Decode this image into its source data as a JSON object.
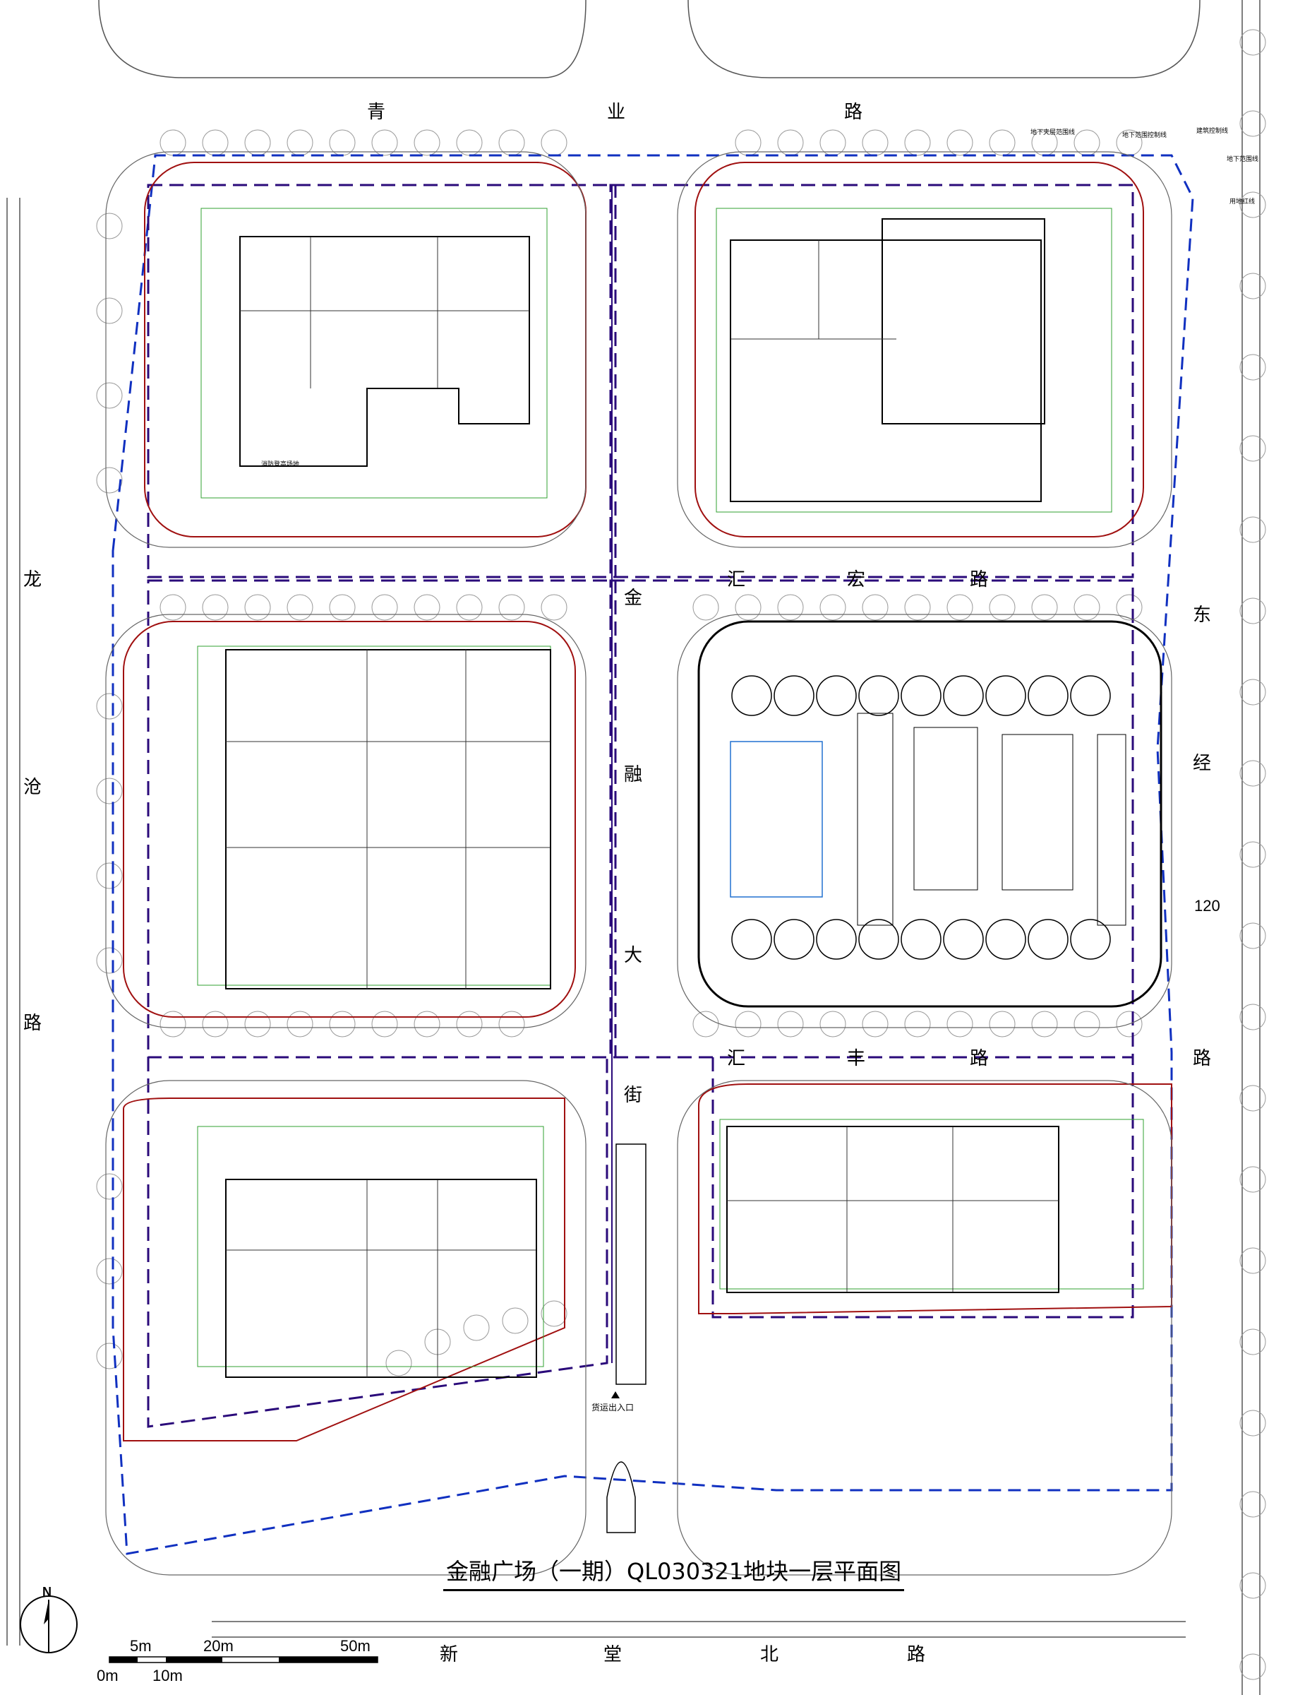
{
  "title": "金融广场（一期）QL030321地块一层平面图",
  "roads": {
    "qingye": [
      "青",
      "业",
      "路"
    ],
    "huihong": [
      "汇",
      "宏",
      "路"
    ],
    "huifeng": [
      "汇",
      "丰",
      "路"
    ],
    "jinrong": [
      "金",
      "融",
      "大",
      "街"
    ],
    "longcang": [
      "龙",
      "沧",
      "路"
    ],
    "dongjing": [
      "东",
      "经",
      "120",
      "路"
    ],
    "xintangbei": [
      "新",
      "堂",
      "北",
      "路"
    ]
  },
  "legend_notes": {
    "basement_mezz": "地下夹层范围线",
    "basement_control": "地下范围控制线",
    "building_control": "建筑控制线",
    "basement_range": "地下范围线",
    "property_line": "用地红线"
  },
  "entrances": {
    "cargo": "货运出入口",
    "block_a_fire": "消防登高场地"
  },
  "scale": {
    "north": "N",
    "top_labels": [
      "5m",
      "20m",
      "50m"
    ],
    "bottom_labels": [
      "0m",
      "10m"
    ]
  },
  "colors": {
    "dashed_boundary": "#2a0a7a",
    "blue_dashed": "#1030c0",
    "red_outline": "#a01010",
    "green_line": "#30a030",
    "road_line": "#555555",
    "tree_circle": "#888888"
  }
}
